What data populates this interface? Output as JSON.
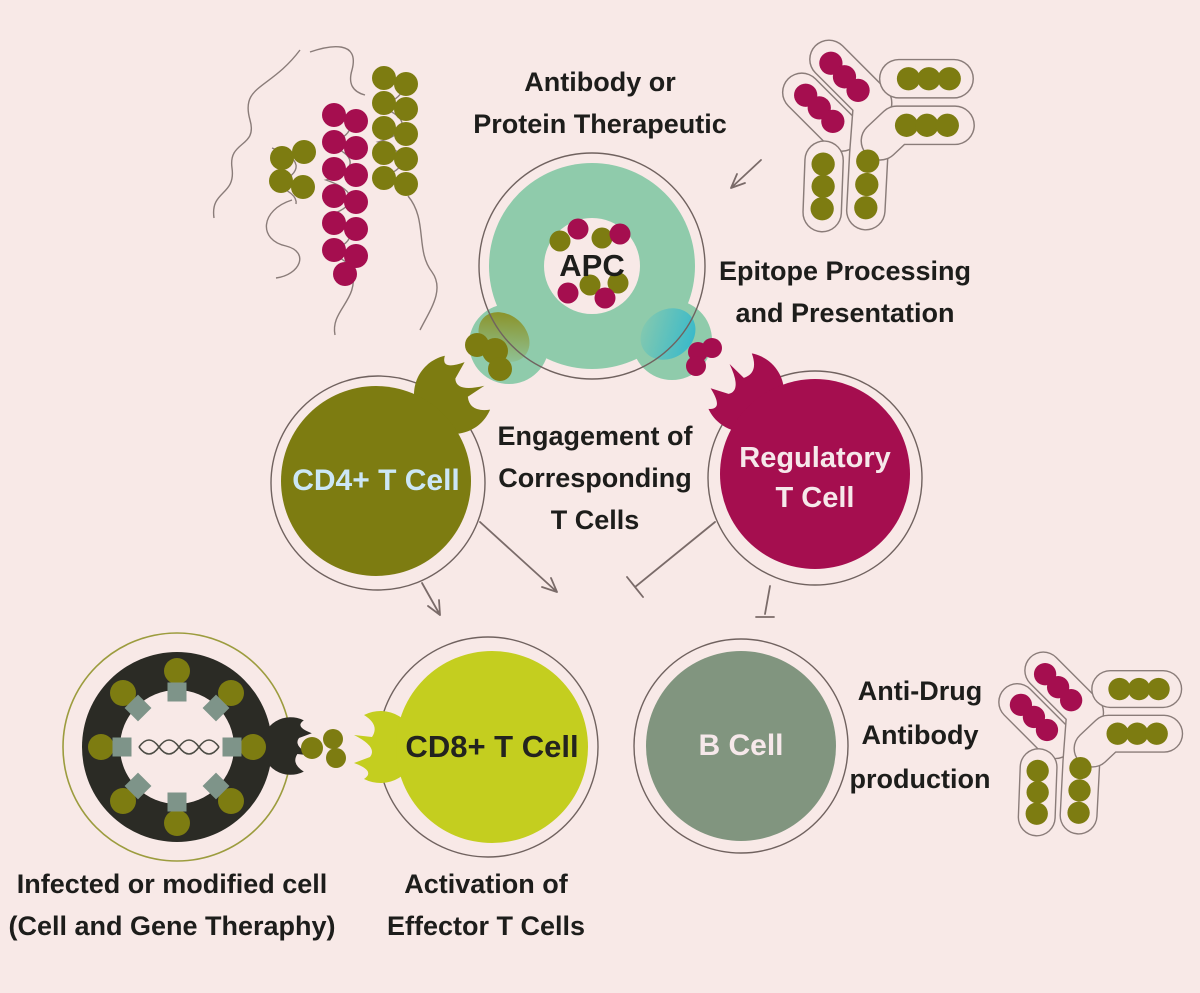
{
  "diagram": {
    "labels": {
      "antibody_or_protein": {
        "line1": "Antibody or",
        "line2": "Protein Therapeutic"
      },
      "epitope_processing": {
        "line1": "Epitope Processing",
        "line2": "and Presentation"
      },
      "engagement": {
        "line1": "Engagement of",
        "line2": "Corresponding",
        "line3": "T Cells"
      },
      "anti_drug": {
        "line1": "Anti-Drug",
        "line2": "Antibody",
        "line3": "production"
      },
      "infected_cell": {
        "line1": "Infected or modified cell",
        "line2": "(Cell and Gene Theraphy)"
      },
      "activation": {
        "line1": "Activation of",
        "line2": "Effector T Cells"
      }
    },
    "cells": {
      "apc": {
        "label": "APC"
      },
      "cd4": {
        "label": "CD4+ T Cell"
      },
      "regulatory": {
        "line1": "Regulatory",
        "line2": "T Cell"
      },
      "cd8": {
        "label": "CD8+ T Cell"
      },
      "bcell": {
        "label": "B Cell"
      }
    },
    "colors": {
      "background": "#f8e9e7",
      "teal": "#8fcbab",
      "cyan": "#2cb7cf",
      "olive": "#7d7c11",
      "lime": "#c4ce1f",
      "magenta": "#a50e4f",
      "sage": "#81957f",
      "dark": "#2b2b25",
      "square": "#7e9489",
      "outline": "#70625f",
      "outlineOlive": "#9c9c3e",
      "arrow": "#7a6b69",
      "text": "#1d1d1b",
      "cd4Label": "#cce7f6",
      "lightLabel": "#f6e8ea",
      "ribbon": "#8a7c79",
      "dna": "#4c4c45"
    }
  }
}
